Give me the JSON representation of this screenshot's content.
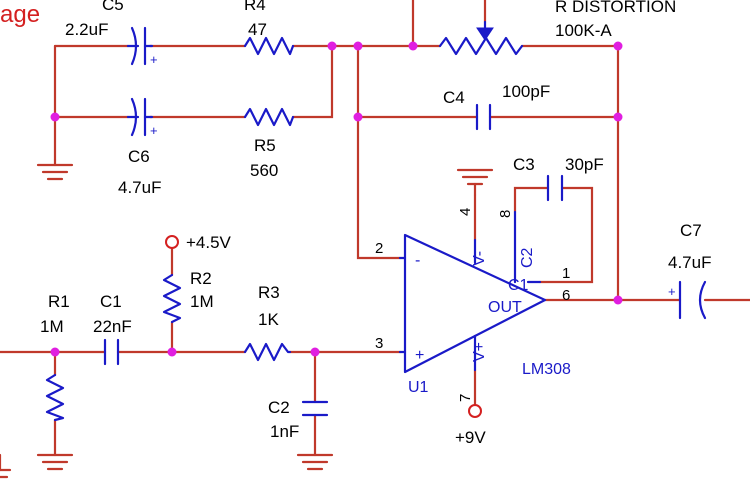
{
  "title_fragment": "age",
  "labels": {
    "c5": "C5",
    "c5_val": "2.2uF",
    "r4": "R4",
    "r4_val": "47",
    "rdist": "R DISTORTION",
    "rdist_val": "100K-A",
    "c4": "C4",
    "c4_val": "100pF",
    "c6": "C6",
    "c6_val": "4.7uF",
    "r5": "R5",
    "r5_val": "560",
    "c3": "C3",
    "c3_val": "30pF",
    "c7": "C7",
    "c7_val": "4.7uF",
    "r2": "R2",
    "r2_val": "1M",
    "supply_pos45": "+4.5V",
    "r1": "R1",
    "r1_val": "1M",
    "c1": "C1",
    "c1_val": "22nF",
    "r3": "R3",
    "r3_val": "1K",
    "c2": "C2",
    "c2_val": "1nF",
    "supply_pos9": "+9V",
    "ic_ref": "U1",
    "ic_part": "LM308"
  },
  "pins": {
    "p2": "2",
    "p3": "3",
    "p4": "4",
    "p7": "7",
    "p8": "8",
    "p1": "1",
    "p6": "6",
    "minus": "-",
    "plus": "+",
    "vminus": "V-",
    "vplus": "V+",
    "c1pin": "C1",
    "c2pin": "C2",
    "out": "OUT"
  },
  "colors": {
    "wire": "#c0392b",
    "component": "#1a1ac8",
    "node": "#e01ee0",
    "title": "#d42020"
  }
}
